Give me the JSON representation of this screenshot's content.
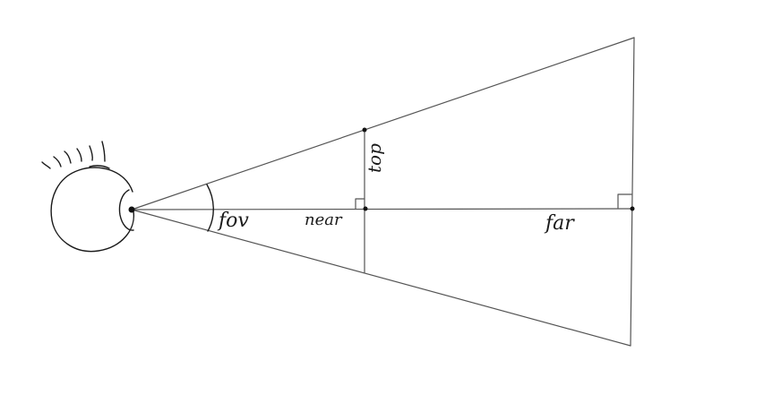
{
  "labels": {
    "fov": "fov",
    "near": "near",
    "far": "far",
    "top": "top"
  },
  "colors": {
    "ink": "#1e1e1e",
    "frustum_lines": "#555555",
    "background": "#ffffff"
  }
}
